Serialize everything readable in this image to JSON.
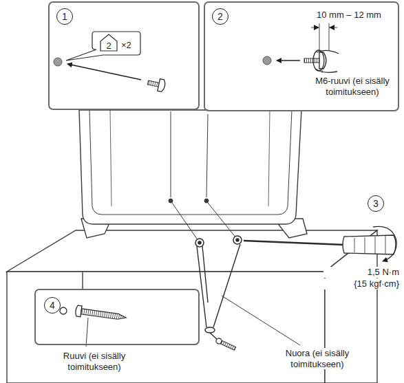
{
  "diagram": {
    "nodes": [
      {
        "text": [
          "1",
          "2",
          "×2"
        ]
      },
      {
        "text": [
          "2",
          "10 mm – 12 mm",
          "M6-ruuvi (ei sisälly toimitukseen)"
        ]
      },
      {
        "text": [
          "4",
          "Ruuvi (ei sisälly toimitukseen)"
        ]
      }
    ],
    "labels": [
      "3",
      "1,5 N·m",
      "{15 kgf·cm}",
      "Nuora (ei sisälly toimitukseen)"
    ]
  }
}
